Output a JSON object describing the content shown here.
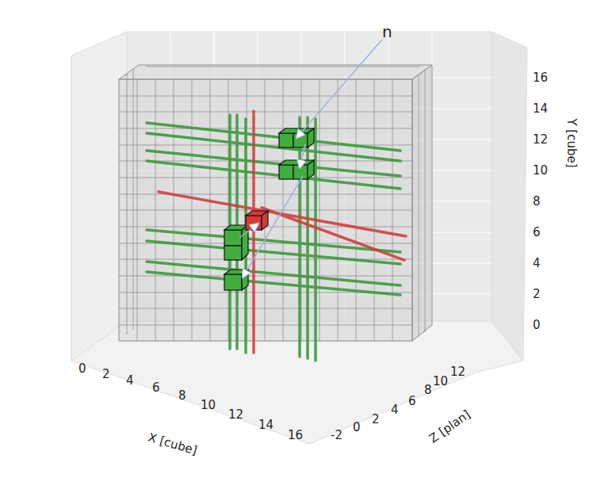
{
  "diagram": {
    "labels": [
      "n",
      "16",
      "14",
      "12",
      "10",
      "8",
      "6",
      "4",
      "2",
      "0",
      "0",
      "2",
      "4",
      "6",
      "8",
      "10",
      "12",
      "14",
      "16",
      "-2",
      "0",
      "2",
      "4",
      "6",
      "8",
      "10",
      "12",
      "X [cube]",
      "Z [plan]",
      "Y [cube]"
    ]
  }
}
